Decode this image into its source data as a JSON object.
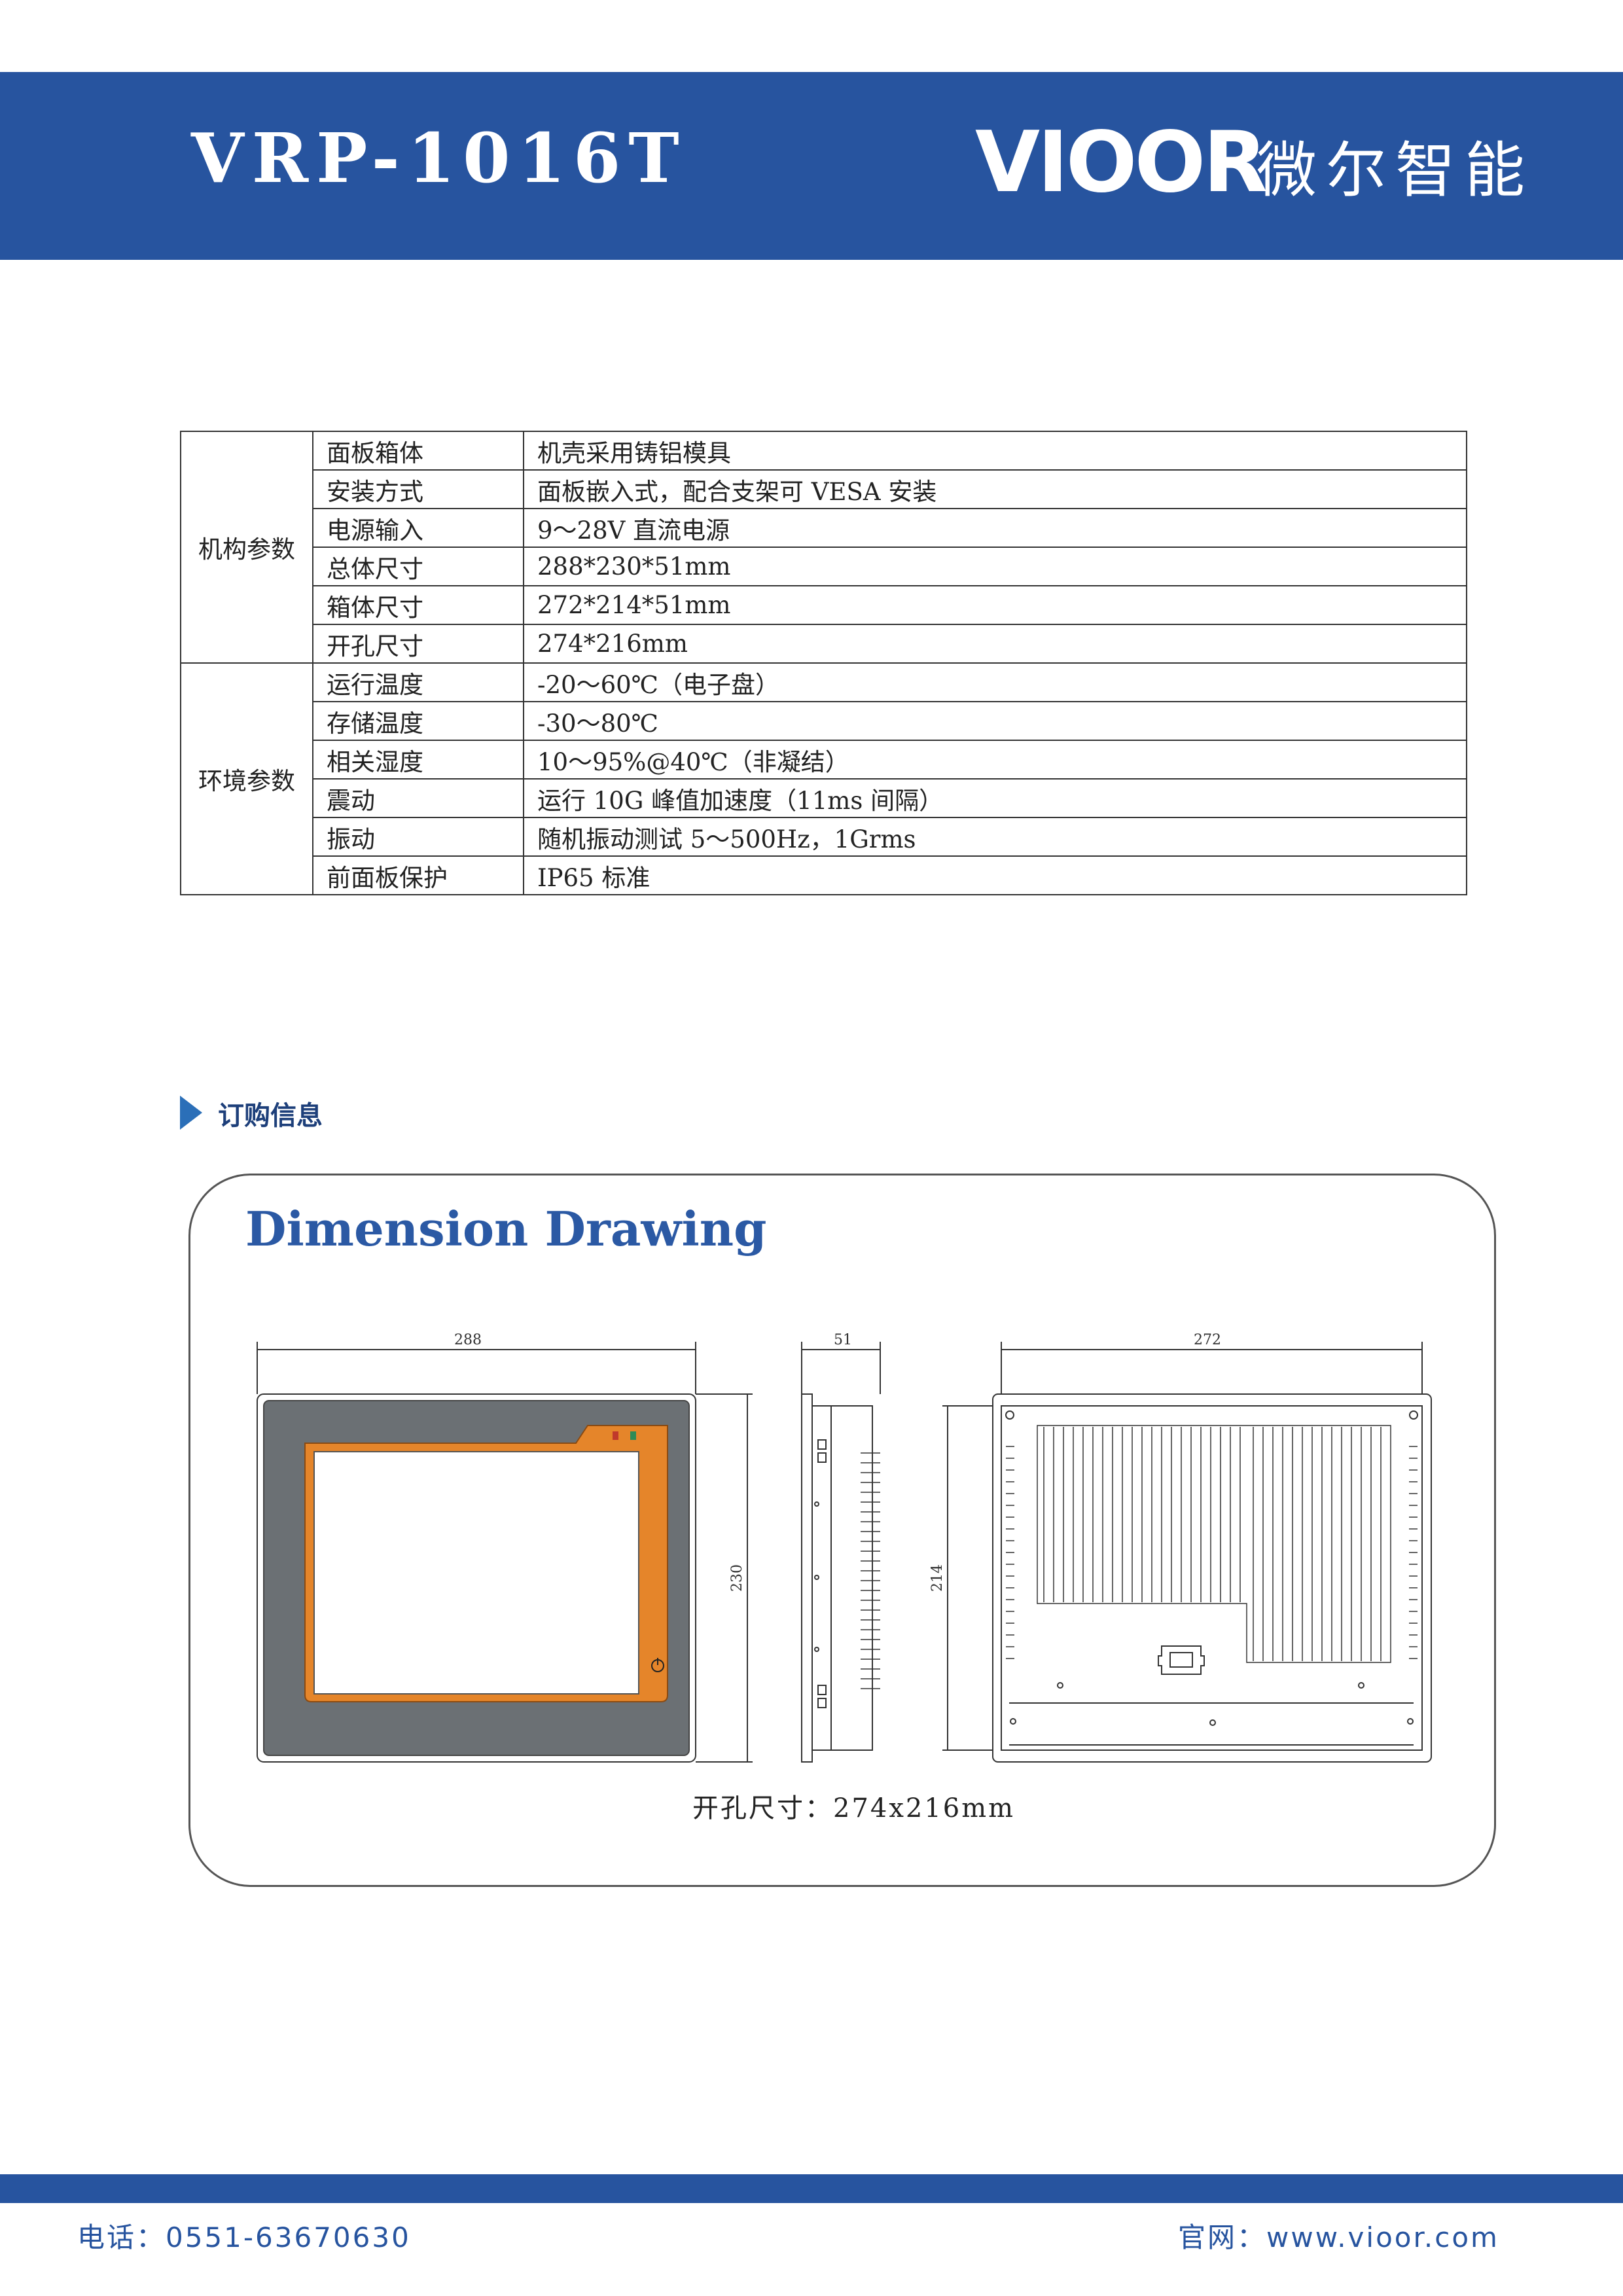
{
  "header": {
    "model": "VRP-1016T",
    "logo_en": "VIOOR",
    "logo_cn": "微尔智能"
  },
  "specs": [
    {
      "group": "机构参数",
      "rows": [
        {
          "name": "面板箱体",
          "value": "机壳采用铸铝模具"
        },
        {
          "name": "安装方式",
          "value": "面板嵌入式，配合支架可 VESA 安装"
        },
        {
          "name": "电源输入",
          "value": "9～28V 直流电源"
        },
        {
          "name": "总体尺寸",
          "value": "288*230*51mm"
        },
        {
          "name": "箱体尺寸",
          "value": "272*214*51mm"
        },
        {
          "name": "开孔尺寸",
          "value": "274*216mm"
        }
      ]
    },
    {
      "group": "环境参数",
      "rows": [
        {
          "name": "运行温度",
          "value": "-20～60℃（电子盘）"
        },
        {
          "name": "存储温度",
          "value": "-30～80℃"
        },
        {
          "name": "相关湿度",
          "value": "10～95%@40℃（非凝结）"
        },
        {
          "name": "震动",
          "value": "运行 10G 峰值加速度（11ms 间隔）"
        },
        {
          "name": "振动",
          "value": "随机振动测试 5～500Hz，1Grms"
        },
        {
          "name": "前面板保护",
          "value": "IP65 标准"
        }
      ]
    }
  ],
  "ordering": {
    "section_title": "订购信息",
    "drawing_title": "Dimension Drawing",
    "dims": {
      "front_width": "288",
      "front_height": "230",
      "side_depth": "51",
      "back_width": "272",
      "back_height": "214"
    },
    "cutout_caption": "开孔尺寸：274x216mm"
  },
  "footer": {
    "phone": "电话：0551-63670630",
    "website": "官网：www.vioor.com"
  },
  "colors": {
    "brand_blue": "#27549f",
    "bezel_gray": "#6b7074",
    "frame_orange": "#e5852a"
  }
}
